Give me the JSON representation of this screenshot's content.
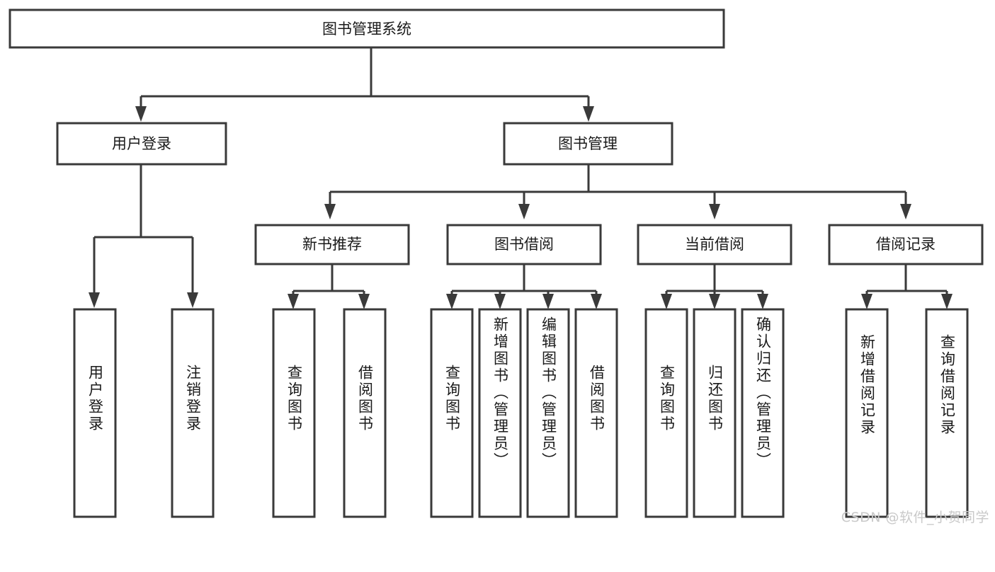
{
  "diagram": {
    "type": "hierarchy-tree",
    "title": "图书管理系统",
    "orientation": "top-down",
    "colors": {
      "box_stroke": "#3a3a3a",
      "box_fill": "#ffffff",
      "connector": "#3a3a3a",
      "text": "#1a1a1a",
      "background": "#ffffff",
      "watermark": "#c9c9c9"
    },
    "levels": {
      "root": {
        "label": "图书管理系统"
      },
      "level2": [
        {
          "id": "user-login",
          "label": "用户登录"
        },
        {
          "id": "book-management",
          "label": "图书管理"
        }
      ],
      "level3": [
        {
          "id": "new-book-recommend",
          "label": "新书推荐",
          "parent": "book-management"
        },
        {
          "id": "book-borrow",
          "label": "图书借阅",
          "parent": "book-management"
        },
        {
          "id": "current-borrow",
          "label": "当前借阅",
          "parent": "book-management"
        },
        {
          "id": "borrow-record",
          "label": "借阅记录",
          "parent": "book-management"
        }
      ],
      "leaves": [
        {
          "id": "leaf-user-login",
          "label": "用户登录",
          "parent": "user-login"
        },
        {
          "id": "leaf-logout-login",
          "label": "注销登录",
          "parent": "user-login"
        },
        {
          "id": "leaf-query-book-1",
          "label": "查询图书",
          "parent": "new-book-recommend"
        },
        {
          "id": "leaf-borrow-book-1",
          "label": "借阅图书",
          "parent": "new-book-recommend"
        },
        {
          "id": "leaf-query-book-2",
          "label": "查询图书",
          "parent": "book-borrow"
        },
        {
          "id": "leaf-add-book",
          "label": "新增图书（管理员）",
          "parent": "book-borrow"
        },
        {
          "id": "leaf-edit-book",
          "label": "编辑图书（管理员）",
          "parent": "book-borrow"
        },
        {
          "id": "leaf-borrow-book-2",
          "label": "借阅图书",
          "parent": "book-borrow"
        },
        {
          "id": "leaf-query-book-3",
          "label": "查询图书",
          "parent": "current-borrow"
        },
        {
          "id": "leaf-return-book",
          "label": "归还图书",
          "parent": "current-borrow"
        },
        {
          "id": "leaf-confirm-return",
          "label": "确认归还（管理员）",
          "parent": "current-borrow"
        },
        {
          "id": "leaf-add-record",
          "label": "新增借阅记录",
          "parent": "borrow-record"
        },
        {
          "id": "leaf-query-record",
          "label": "查询借阅记录",
          "parent": "borrow-record"
        }
      ]
    },
    "watermark": "CSDN @软件_小贺同学"
  }
}
